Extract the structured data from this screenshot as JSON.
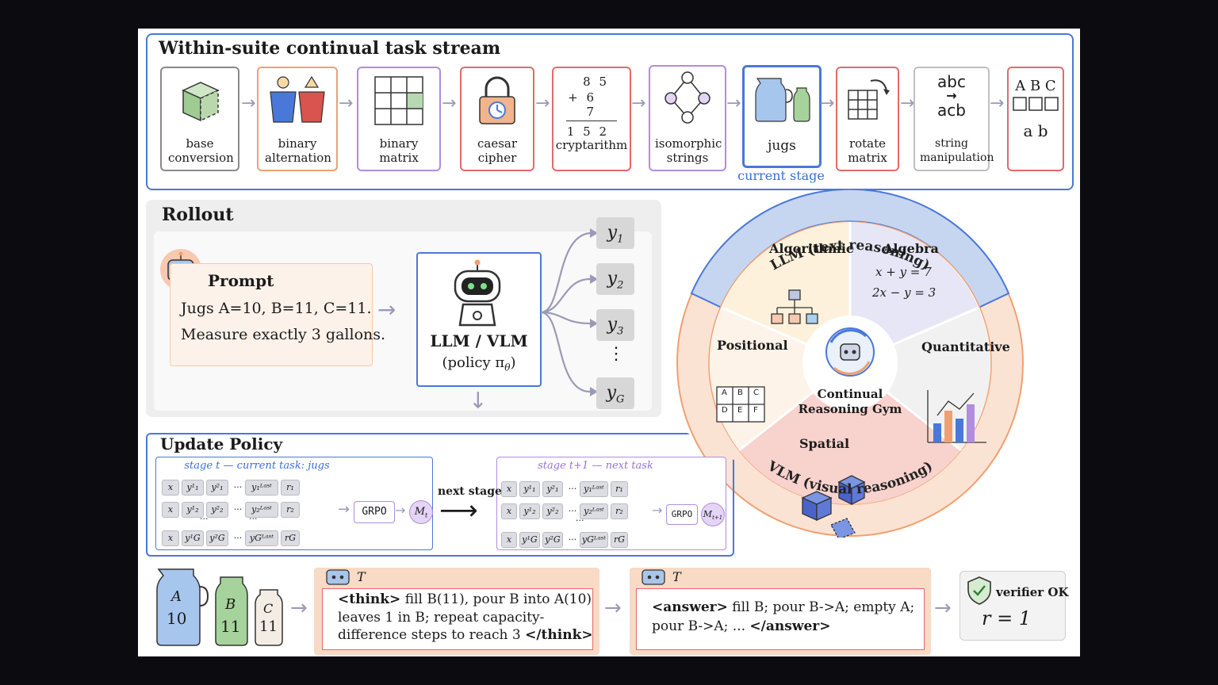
{
  "stream": {
    "title": "Within-suite continual task stream",
    "current_stage_label": "current stage",
    "tasks": [
      {
        "label": "base conversion"
      },
      {
        "label": "binary alternation"
      },
      {
        "label": "binary matrix"
      },
      {
        "label": "caesar cipher"
      },
      {
        "label": "cryptarithm",
        "digits_top": "8 5",
        "digits_mid": "+ 6 7",
        "digits_bot": "1 5 2"
      },
      {
        "label": "isomorphic strings"
      },
      {
        "label": "jugs"
      },
      {
        "label": "rotate matrix"
      },
      {
        "label": "string manipulation",
        "line1": "abc",
        "arrow": "→",
        "line2": "acb"
      },
      {
        "label": "",
        "line1": "A B C",
        "line2": "a b"
      }
    ]
  },
  "rollout": {
    "title": "Rollout",
    "prompt_title": "Prompt",
    "prompt_line1": "Jugs A=10, B=11, C=11.",
    "prompt_line2": "Measure exactly 3 gallons.",
    "policy_title": "LLM / VLM",
    "policy_sub": "(policy π",
    "policy_sub_theta": "θ",
    "policy_close": ")",
    "outputs": [
      "y",
      "y",
      "y",
      "y"
    ],
    "output_subs": [
      "1",
      "2",
      "3",
      "G"
    ],
    "vdots": "⋮"
  },
  "update": {
    "title": "Update Policy",
    "left_header": "stage t — current task: jugs",
    "right_header": "stage t+1 — next task",
    "next_stage": "next stage",
    "grpo": "GRPO",
    "model_t": "M",
    "model_t_sub": "t",
    "model_t1": "M",
    "model_t1_sub": "t+1",
    "x": "x",
    "ellipsis": "···",
    "vdots": "⋮",
    "rows": [
      {
        "y1": "y¹₁",
        "y2": "y²₁",
        "ylast": "y₁ᴸᵃˢᵗ",
        "r": "r₁"
      },
      {
        "y1": "y¹₂",
        "y2": "y²₂",
        "ylast": "y₂ᴸᵃˢᵗ",
        "r": "r₂"
      },
      {
        "y1": "y¹G",
        "y2": "y²G",
        "ylast": "yGᴸᵃˢᵗ",
        "r": "rG"
      }
    ]
  },
  "gym": {
    "center_line1": "Continual",
    "center_line2": "Reasoning Gym",
    "llm_arc": "LLM (text reasoning)",
    "vlm_arc": "VLM (visual reasoning)",
    "sectors": {
      "algorithmic": "Algorithmic",
      "algebra": "Algebra",
      "algebra_eq1": "x + y = 7",
      "algebra_eq2": "2x − y = 3",
      "positional": "Positional",
      "quantitative": "Quantitative",
      "spatial": "Spatial"
    },
    "grid_letters": [
      "A",
      "B",
      "C",
      "D",
      "E",
      "F"
    ]
  },
  "bottom": {
    "jug_a": "A",
    "jug_a_val": "10",
    "jug_b": "B",
    "jug_b_val": "11",
    "jug_c": "C",
    "jug_c_val": "11",
    "think_token": "T",
    "think_open": "<think>",
    "think_body1": "fill B(11), pour B into A(10)",
    "think_body2": "leaves 1 in B; repeat capacity-",
    "think_body3": "difference steps to reach 3",
    "think_close": "</think>",
    "answer_token": "T",
    "answer_open": "<answer>",
    "answer_body1": "fill B; pour B->A; empty A;",
    "answer_body2": "pour B->A; ...",
    "answer_close": "</answer>",
    "verifier": "verifier OK",
    "reward": "r = 1"
  },
  "colors": {
    "blue": "#4a78d8",
    "orange": "#f0a070",
    "purple": "#b18ce0",
    "red": "#e36a6a",
    "green": "#7fb87a"
  }
}
